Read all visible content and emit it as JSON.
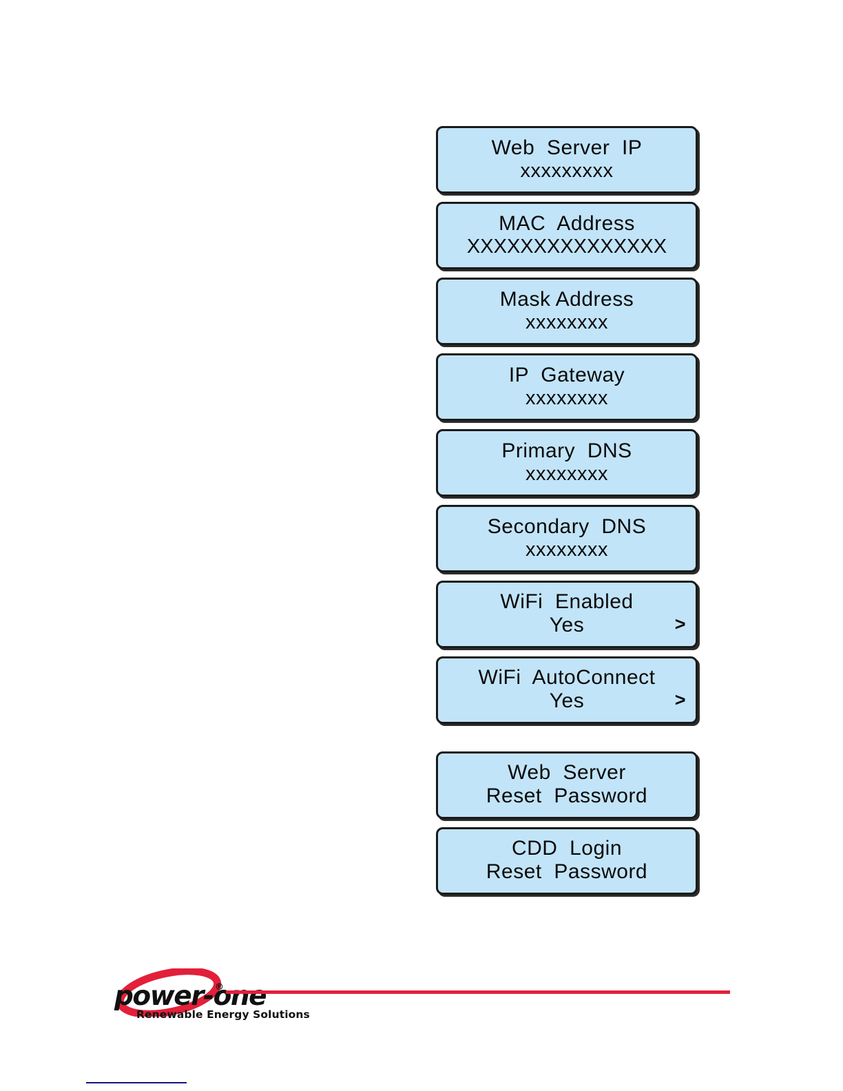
{
  "page": {
    "background_color": "#ffffff",
    "accent_color": "#e2203a",
    "lcd_fill_color": "#c2e4f8",
    "lcd_border_color": "#1a1a1a"
  },
  "lcd_screens": [
    {
      "name": "web-server-ip",
      "title": "Web  Server  IP",
      "value": "xxxxxxxxx",
      "chevron": "",
      "style": "value"
    },
    {
      "name": "mac-address",
      "title": "MAC  Address",
      "value": "XXXXXXXXXXXXXXX",
      "chevron": "",
      "style": "value-wide"
    },
    {
      "name": "mask-address",
      "title": "Mask Address",
      "value": "xxxxxxxx",
      "chevron": "",
      "style": "value"
    },
    {
      "name": "ip-gateway",
      "title": "IP  Gateway",
      "value": "xxxxxxxx",
      "chevron": "",
      "style": "value"
    },
    {
      "name": "primary-dns",
      "title": "Primary  DNS",
      "value": "xxxxxxxx",
      "chevron": "",
      "style": "value"
    },
    {
      "name": "secondary-dns",
      "title": "Secondary  DNS",
      "value": "xxxxxxxx",
      "chevron": "",
      "style": "value"
    },
    {
      "name": "wifi-enabled",
      "title": "WiFi  Enabled",
      "value": "Yes",
      "chevron": ">",
      "style": "value-chevron"
    },
    {
      "name": "wifi-autoconnect",
      "title": "WiFi  AutoConnect",
      "value": "Yes",
      "chevron": ">",
      "style": "value-chevron"
    },
    {
      "name": "web-server-reset-password",
      "title": "Web  Server",
      "value": "Reset  Password",
      "chevron": "",
      "style": "action"
    },
    {
      "name": "cdd-login-reset-password",
      "title": "CDD  Login",
      "value": "Reset  Password",
      "chevron": "",
      "style": "action"
    }
  ],
  "footer": {
    "logo_wordmark": "power-one",
    "logo_registered_mark": "®",
    "logo_tagline": "Renewable Energy Solutions"
  }
}
